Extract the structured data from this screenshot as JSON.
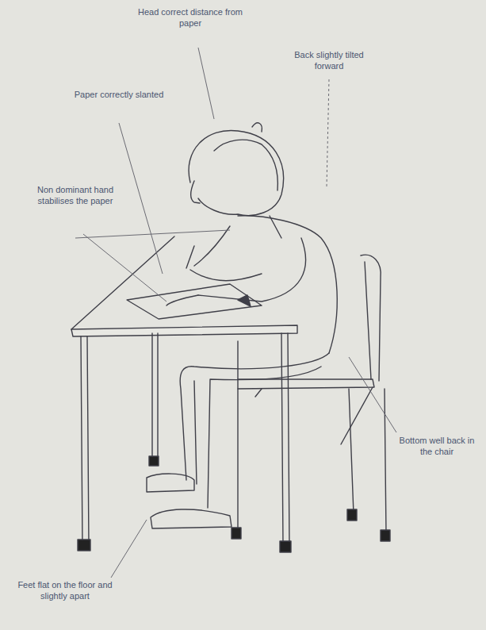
{
  "diagram": {
    "labels": [
      "Head correct distance from paper",
      "Back slightly tilted forward",
      "Paper correctly slanted",
      "Non dominant hand stabilises the paper",
      "Bottom well back in the chair",
      "Feet flat on the floor and slightly apart"
    ]
  }
}
